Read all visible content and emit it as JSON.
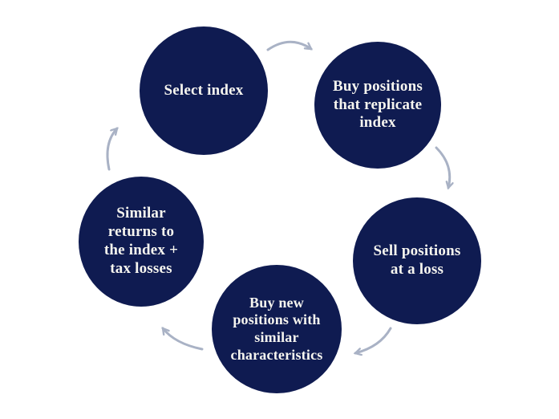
{
  "diagram": {
    "type": "cycle",
    "colors": {
      "background": "#ffffff",
      "circle": "#0f1b51",
      "text": "#f6f5ef",
      "arrow": "#a9b2c5"
    },
    "steps": [
      {
        "id": "select-index",
        "label": "Select index"
      },
      {
        "id": "buy-positions",
        "label": "Buy positions\nthat replicate\nindex"
      },
      {
        "id": "sell-positions",
        "label": "Sell positions\nat a loss"
      },
      {
        "id": "buy-new-positions",
        "label": "Buy new\npositions with\nsimilar\ncharacteristics"
      },
      {
        "id": "similar-returns",
        "label": "Similar\nreturns to\nthe index +\ntax losses"
      }
    ],
    "arrows": [
      {
        "from": "Select index",
        "to": "Buy positions that replicate index"
      },
      {
        "from": "Buy positions that replicate index",
        "to": "Sell positions at a loss"
      },
      {
        "from": "Sell positions at a loss",
        "to": "Buy new positions with similar characteristics"
      },
      {
        "from": "Buy new positions with similar characteristics",
        "to": "Similar returns to the index + tax losses"
      },
      {
        "from": "Similar returns to the index + tax losses",
        "to": "Select index"
      }
    ]
  }
}
